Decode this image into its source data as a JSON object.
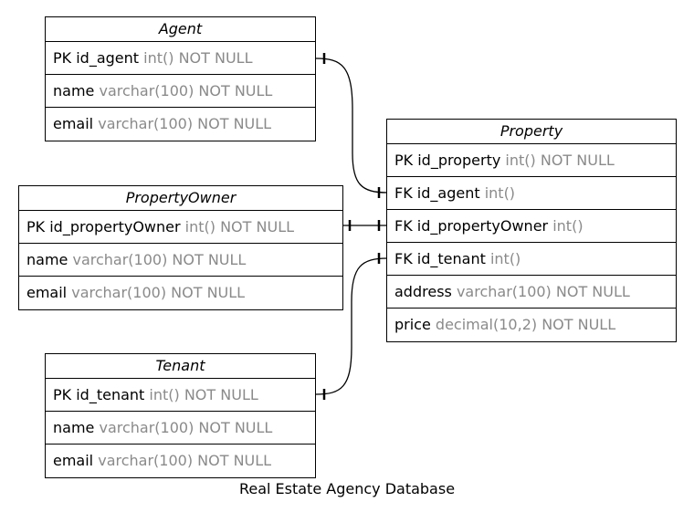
{
  "title": "Real Estate Agency Database",
  "entities": {
    "agent": {
      "name": "Agent",
      "fields": [
        {
          "name": "PK id_agent",
          "type": "int() NOT NULL"
        },
        {
          "name": "name",
          "type": "varchar(100) NOT NULL"
        },
        {
          "name": "email",
          "type": "varchar(100) NOT NULL"
        }
      ]
    },
    "property_owner": {
      "name": "PropertyOwner",
      "fields": [
        {
          "name": "PK id_propertyOwner",
          "type": "int() NOT NULL"
        },
        {
          "name": "name",
          "type": "varchar(100) NOT NULL"
        },
        {
          "name": "email",
          "type": "varchar(100) NOT NULL"
        }
      ]
    },
    "tenant": {
      "name": "Tenant",
      "fields": [
        {
          "name": "PK id_tenant",
          "type": "int() NOT NULL"
        },
        {
          "name": "name",
          "type": "varchar(100) NOT NULL"
        },
        {
          "name": "email",
          "type": "varchar(100) NOT NULL"
        }
      ]
    },
    "property": {
      "name": "Property",
      "fields": [
        {
          "name": "PK id_property",
          "type": "int() NOT NULL"
        },
        {
          "name": "FK id_agent",
          "type": "int()"
        },
        {
          "name": "FK id_propertyOwner",
          "type": "int()"
        },
        {
          "name": "FK id_tenant",
          "type": "int()"
        },
        {
          "name": "address",
          "type": "varchar(100) NOT NULL"
        },
        {
          "name": "price",
          "type": "decimal(10,2) NOT NULL"
        }
      ]
    }
  },
  "relationships": [
    {
      "from": "Agent.id_agent",
      "to": "Property.id_agent"
    },
    {
      "from": "PropertyOwner.id_propertyOwner",
      "to": "Property.id_propertyOwner"
    },
    {
      "from": "Tenant.id_tenant",
      "to": "Property.id_tenant"
    }
  ]
}
